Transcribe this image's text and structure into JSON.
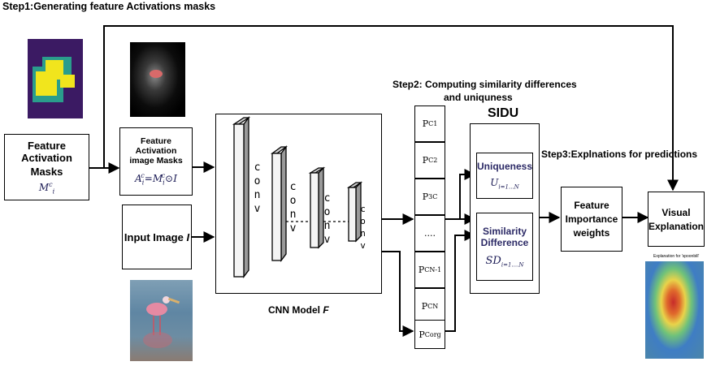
{
  "steps": {
    "step1": "Step1:Generating feature Activations masks",
    "step2_line1": "Step2: Computing similarity differences",
    "step2_line2": "and uniquness",
    "step3": "Step3:Explnations for predictions"
  },
  "nodes": {
    "feature_activation_line1": "Feature Activation",
    "feature_activation_line2": "Masks",
    "feature_activation_math": "M",
    "feature_activation_sup": "c",
    "feature_activation_sub": "i",
    "image_masks_line1": "Feature Activation",
    "image_masks_line2": "image Masks",
    "image_masks_formula": "A",
    "image_masks_formula_rest": "=M",
    "image_masks_formula_tail": "⊙I",
    "input_image_label": "Input Image ",
    "input_image_var": "I",
    "cnn_label": "CNN Model ",
    "cnn_var": "F",
    "conv_text": "conv",
    "sidu_title": "SIDU",
    "uniqueness_label": "Uniqueness",
    "uniqueness_math": "U",
    "uniqueness_sub": "i=1...N",
    "similarity_line1": "Similarity",
    "similarity_line2": "Difference",
    "similarity_math": "SD",
    "similarity_sub": "i=1....N",
    "feature_weights_line1": "Feature",
    "feature_weights_line2": "Importance",
    "feature_weights_line3": "weights",
    "visual_line1": "Visual",
    "visual_line2": "Explanation",
    "explanation_caption": "Explanation for 'spoonbill'"
  },
  "p_list": [
    {
      "base": "P",
      "sup": "C",
      "sub": "1"
    },
    {
      "base": "P",
      "sup": "C",
      "sub": "2"
    },
    {
      "base": "P",
      "sup": "C",
      "sub": "3",
      "alt": true
    },
    {
      "base": "....",
      "sup": "",
      "sub": ""
    },
    {
      "base": "P",
      "sup": "C",
      "sub": "N-1"
    },
    {
      "base": "P",
      "sup": "C",
      "sub": "N"
    }
  ],
  "p_org": {
    "base": "P",
    "sup": "C",
    "sub": "org"
  },
  "colors": {
    "mask_background": "#3b1a63",
    "mask_yellow": "#f1e51d",
    "mask_teal": "#2a9d8c",
    "navy_text": "#2c2a66"
  }
}
